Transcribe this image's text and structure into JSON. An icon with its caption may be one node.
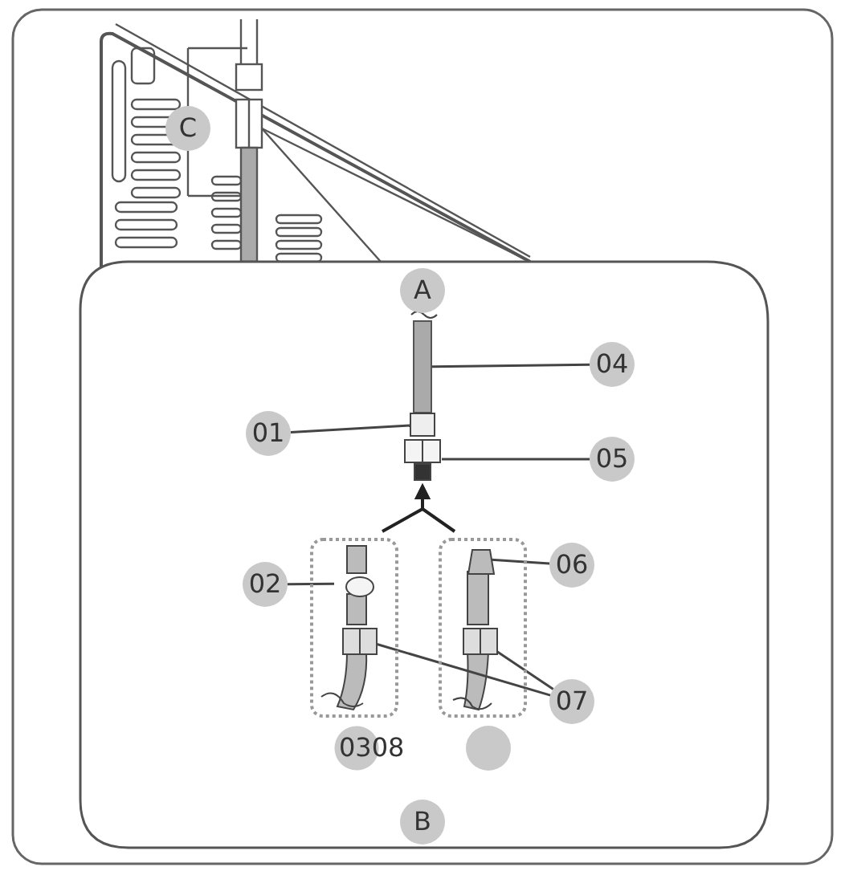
{
  "diagram": {
    "nodes": [
      {
        "text": [
          "C"
        ]
      },
      {
        "text": [
          "A"
        ]
      },
      {
        "text": [
          "04"
        ]
      },
      {
        "text": [],
        "shape": "bar"
      },
      {
        "text": [
          "01"
        ]
      },
      {
        "text": [],
        "shape": "box"
      },
      {
        "text": [
          "05"
        ]
      },
      {
        "text": [],
        "shape": "picture"
      },
      {
        "text": [],
        "shape": "box"
      },
      {
        "text": [],
        "shape": "box"
      },
      {
        "text": [],
        "shape": "circle",
        "in": 8
      },
      {
        "text": [],
        "shape": "box",
        "in": 8
      },
      {
        "text": [],
        "shape": "box",
        "in": 9
      },
      {
        "text": [],
        "shape": "box",
        "in": 9
      },
      {
        "text": [
          "02"
        ]
      },
      {
        "text": [
          "06"
        ]
      },
      {
        "text": [
          "07"
        ]
      },
      {
        "text": [
          "0308"
        ]
      },
      {
        "text": [],
        "shape": "circle"
      },
      {
        "text": [
          "B"
        ]
      }
    ],
    "edges": [
      {
        "from": 2,
        "to": 3,
        "arrow": "none"
      },
      {
        "from": 4,
        "to": 5,
        "arrow": "none"
      },
      {
        "from": 6,
        "to": 7,
        "arrow": "none"
      },
      {
        "from": 8,
        "to": 7,
        "arrow": "to"
      },
      {
        "from": 9,
        "to": 7,
        "arrow": "to"
      },
      {
        "from": 14,
        "to": 10,
        "arrow": "none"
      },
      {
        "from": 15,
        "to": 12,
        "arrow": "none"
      },
      {
        "from": 16,
        "to": 11,
        "arrow": "none"
      },
      {
        "from": 16,
        "to": 13,
        "arrow": "none"
      }
    ]
  }
}
